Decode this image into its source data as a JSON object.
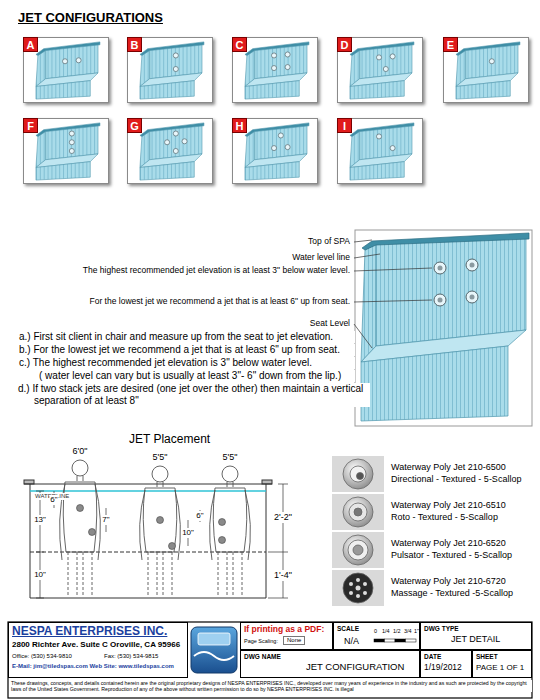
{
  "diagram": {
    "title": "JET CONFIGURATIONS",
    "nodes": [
      {
        "text": [
          "A"
        ]
      },
      {
        "text": [
          "B"
        ]
      },
      {
        "text": [
          "C"
        ]
      },
      {
        "text": [
          "D"
        ]
      },
      {
        "text": [
          "E"
        ]
      },
      {
        "text": [
          "F"
        ]
      },
      {
        "text": [
          "G"
        ]
      },
      {
        "text": [
          "H"
        ]
      },
      {
        "text": [
          "I"
        ]
      },
      {
        "text": [
          "NESPA ENTERPRISES INC.",
          "2800 Richter Ave.  Suite C  Oroville, CA 95966",
          "Office: (530) 534-9810",
          "Fax: (530) 534-9815",
          "E-Mail: jim@tiledspas.com  Web Site: www.tiledspas.com"
        ]
      },
      {
        "text": [
          "If printing as a PDF:",
          "Page Scaling:",
          "None"
        ]
      },
      {
        "text": [
          "SCALE",
          "N/A",
          "0",
          "1/4",
          "1/2",
          "3/4",
          "1\""
        ]
      },
      {
        "text": [
          "DWG TYPE",
          "JET DETAIL"
        ]
      },
      {
        "text": [
          "DWG NAME",
          "JET CONFIGURATION"
        ]
      },
      {
        "text": [
          "DATE",
          "1/19/2012"
        ]
      },
      {
        "text": [
          "SHEET",
          "PAGE 1 OF 1"
        ]
      }
    ],
    "labels": [
      "Top of SPA",
      "Water level line",
      "The highest recommended jet elevation is at least 3\" below water level.",
      "For the lowest jet we recommend a jet that is at least 6\" up from seat.",
      "Seat Level",
      "a.) First sit client in chair and measure up from the seat to jet elevation.",
      "b.) For the lowest jet we recommend a jet that is at least 6\" up from seat.",
      "c.) The highest recommended jet elevation is 3\" below water level.",
      "( water level can vary but is usually at least 3\"- 6\" down from the lip.)",
      "d.) If two stack jets are desired (one jet over the other) then maintain a vertical separation of at least 8\"",
      "JET Placement",
      "6'0\"",
      "5'5\"",
      "5'5\"",
      "WATERLINE",
      "6\"",
      "13\"",
      "10\"",
      "7\"",
      "10\"",
      "6\"",
      "2'-2\"",
      "1'-4\"",
      "Waterway Poly Jet 210-6500",
      "Directional - Textured - 5-Scallop",
      "Waterway Poly Jet 210-6510",
      "Roto - Textured - 5-Scallop",
      "Waterway Poly Jet 210-6520",
      "Pulsator - Textured - 5-Scallop",
      "Waterway Poly Jet 210-6720",
      "Massage - Textured -5-Scallop",
      "These drawings, concepts, and details contained herein are the original proprietary designs of NESPA ENTERPRISES INC., developed over many years of experience in the industry and as such are protected by the copyright laws of the United States Government. Reproduction of any of the above without written permission to do so by NESPA ENTERPRISES INC. is illegal"
    ]
  }
}
